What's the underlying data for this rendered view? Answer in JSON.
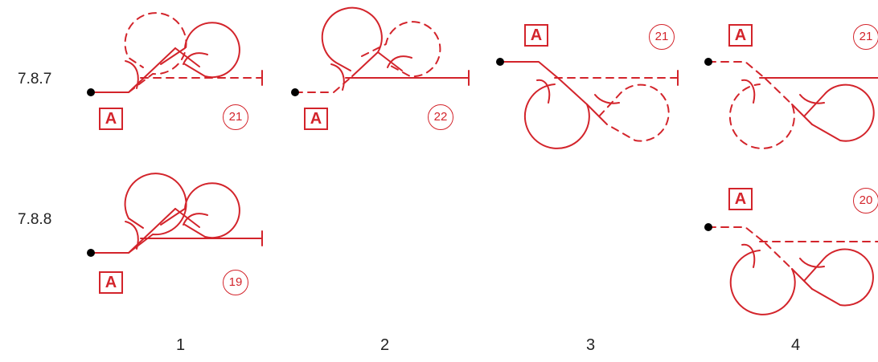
{
  "rows": [
    {
      "label": "7.8.7"
    },
    {
      "label": "7.8.8"
    }
  ],
  "columns": [
    {
      "label": "1"
    },
    {
      "label": "2"
    },
    {
      "label": "3"
    },
    {
      "label": "4"
    }
  ],
  "figures": [
    {
      "row": "7.8.7",
      "column": "1",
      "start_box": "A",
      "number": "21"
    },
    {
      "row": "7.8.7",
      "column": "2",
      "start_box": "A",
      "number": "22"
    },
    {
      "row": "7.8.7",
      "column": "3",
      "start_box": "A",
      "number": "21"
    },
    {
      "row": "7.8.7",
      "column": "4",
      "start_box": "A",
      "number": "21"
    },
    {
      "row": "7.8.8",
      "column": "1",
      "start_box": "A",
      "number": "19"
    },
    {
      "row": "7.8.8",
      "column": "4",
      "start_box": "A",
      "number": "20"
    }
  ],
  "colors": {
    "line": "#d3242b",
    "dot": "#000000",
    "text": "#222222"
  }
}
